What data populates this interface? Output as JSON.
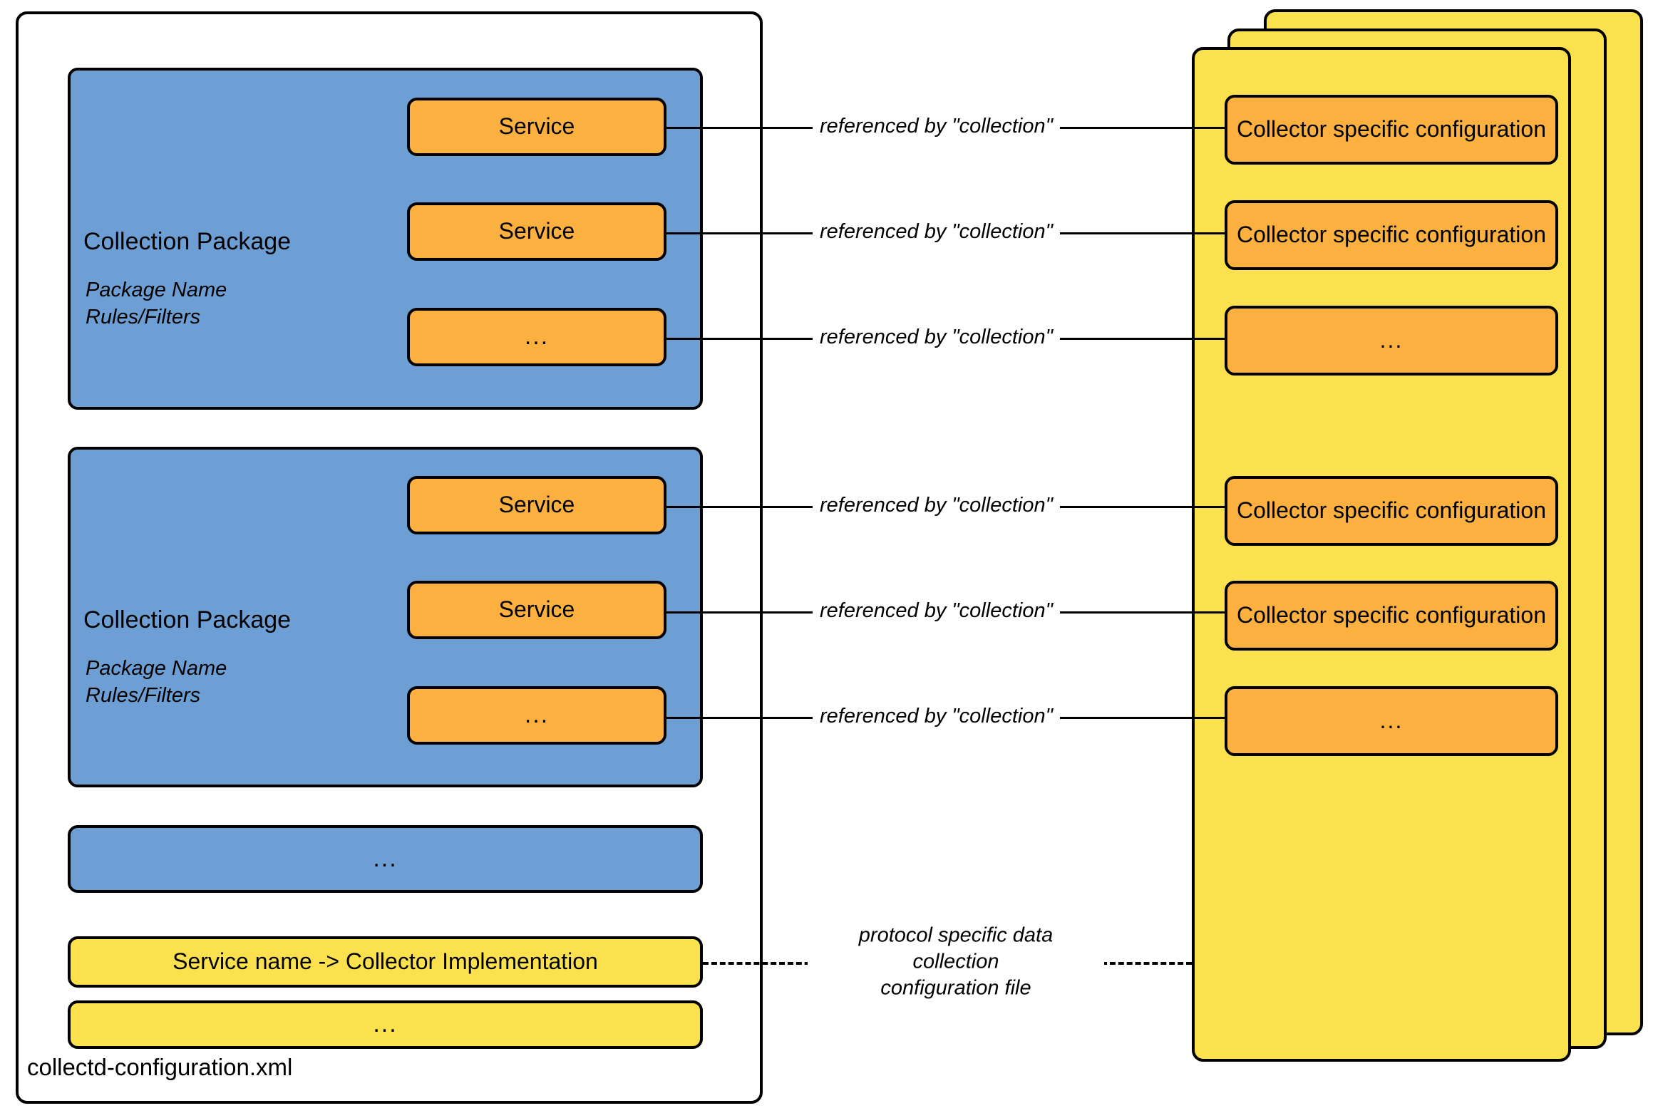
{
  "diagram": {
    "title": "collectd-configuration.xml",
    "colors": {
      "package_blue": "#6E9FD4",
      "service_orange": "#FBB040",
      "config_yellow": "#FCE14F",
      "outline_black": "#000000",
      "background_white": "#FFFFFF"
    },
    "left_panel": {
      "file_label": "collectd-configuration.xml",
      "packages": [
        {
          "title": "Collection Package",
          "subtitle_lines": [
            "Package Name",
            "Rules/Filters"
          ],
          "services": [
            "Service",
            "Service",
            "..."
          ]
        },
        {
          "title": "Collection Package",
          "subtitle_lines": [
            "Package Name",
            "Rules/Filters"
          ],
          "services": [
            "Service",
            "Service",
            "..."
          ]
        }
      ],
      "more_packages_label": "...",
      "mapping_bar_label": "Service name -> Collector Implementation",
      "more_mappings_label": "..."
    },
    "connectors": {
      "reference_label": "referenced by \"collection\"",
      "reference_count": 6,
      "protocol_label_lines": [
        "protocol specific data collection",
        "configuration file"
      ]
    },
    "right_panel": {
      "stack_depth": 3,
      "collector_configs": [
        "Collector specific configuration",
        "Collector specific configuration",
        "...",
        "Collector specific configuration",
        "Collector specific configuration",
        "..."
      ]
    }
  }
}
